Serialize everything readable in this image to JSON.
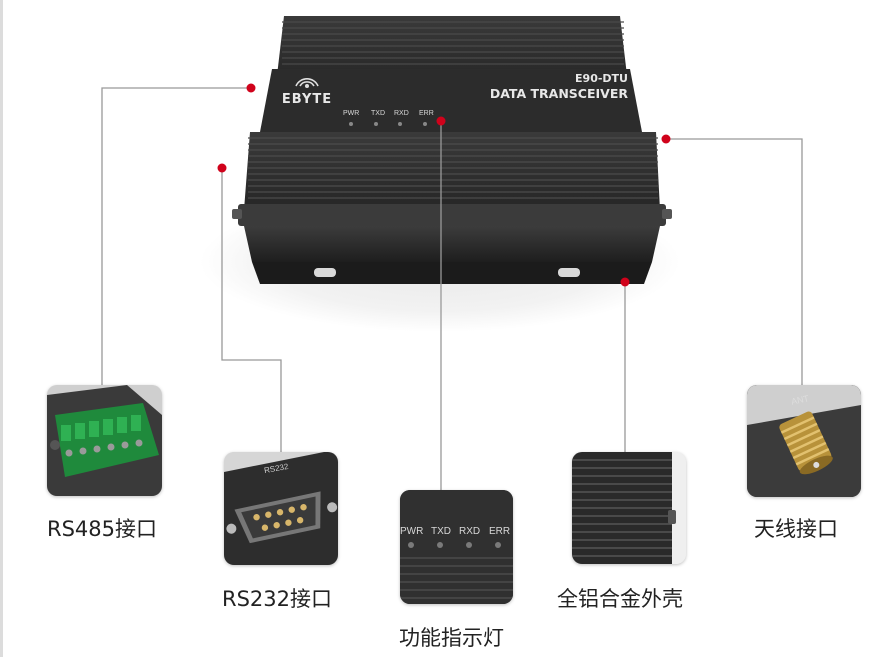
{
  "device": {
    "brand": "EBYTE",
    "model": "E90-DTU",
    "product_line": "DATA TRANSCEIVER",
    "indicators": [
      "PWR",
      "TXD",
      "RXD",
      "ERR"
    ]
  },
  "features": [
    {
      "id": "rs485",
      "label": "RS485接口"
    },
    {
      "id": "rs232",
      "label": "RS232接口",
      "port_text": "RS232"
    },
    {
      "id": "leds",
      "label": "功能指示灯"
    },
    {
      "id": "shell",
      "label": "全铝合金外壳"
    },
    {
      "id": "antenna",
      "label": "天线接口",
      "port_text": "ANT"
    }
  ],
  "colors": {
    "callout_dot": "#d0021b",
    "callout_line": "#999999",
    "device_body": "#2e2e2e",
    "caption_text": "#222222"
  }
}
